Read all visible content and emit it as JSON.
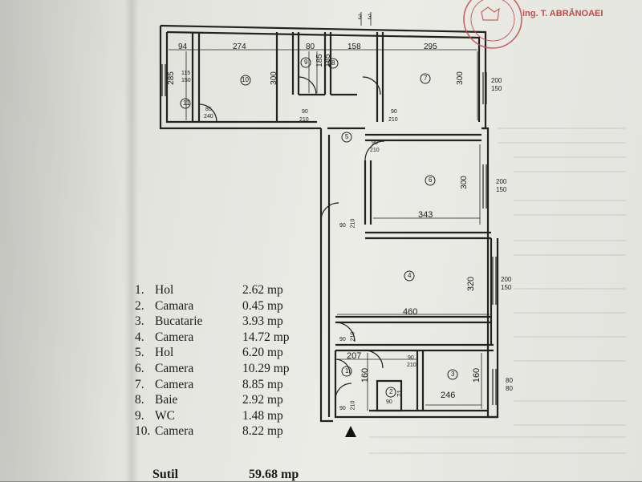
{
  "legend": [
    {
      "num": "1.",
      "name": "Hol",
      "area": "2.62 mp"
    },
    {
      "num": "2.",
      "name": "Camara",
      "area": "0.45 mp"
    },
    {
      "num": "3.",
      "name": "Bucatarie",
      "area": "3.93 mp"
    },
    {
      "num": "4.",
      "name": "Camera",
      "area": "14.72 mp"
    },
    {
      "num": "5.",
      "name": "Hol",
      "area": "6.20 mp"
    },
    {
      "num": "6.",
      "name": "Camera",
      "area": "10.29 mp"
    },
    {
      "num": "7.",
      "name": "Camera",
      "area": "8.85 mp"
    },
    {
      "num": "8.",
      "name": "Baie",
      "area": "2.92 mp"
    },
    {
      "num": "9.",
      "name": "WC",
      "area": "1.48 mp"
    },
    {
      "num": "10.",
      "name": "Camera",
      "area": "8.22 mp"
    }
  ],
  "total": {
    "label": "Sutil",
    "value": "59.68 mp"
  },
  "stamp": {
    "name": "ing. T. ABRĂNOAEI"
  },
  "plan": {
    "dims": {
      "d94": "94",
      "d274": "274",
      "d80": "80",
      "d158": "158",
      "d295": "295",
      "d285": "285",
      "d300a": "300",
      "d185a": "185",
      "d185b": "185",
      "d300b": "300",
      "d300c": "300",
      "d343": "343",
      "d320": "320",
      "d460": "460",
      "d207": "207",
      "d160a": "160",
      "d160b": "160",
      "d246": "246",
      "d71": "71",
      "d3a": "3",
      "d3b": "3"
    },
    "windows": {
      "w1": {
        "top": "200",
        "bot": "150"
      },
      "w2": {
        "top": "200",
        "bot": "150"
      },
      "w3": {
        "top": "200",
        "bot": "150"
      },
      "w4": {
        "top": "80",
        "bot": "80"
      },
      "w5": {
        "top": "115",
        "bot": "150"
      }
    },
    "doors": {
      "dr11": {
        "top": "85",
        "bot": "240"
      },
      "dr9": {
        "top": "90",
        "bot": "210"
      },
      "dr8": {
        "top": "90",
        "bot": "210"
      },
      "dr6": {
        "top": "90",
        "bot": "210"
      },
      "drh": {
        "top": "90",
        "bot": "210"
      },
      "dr4": {
        "top": "90",
        "bot": "210"
      },
      "dr3": {
        "top": "90",
        "bot": "210"
      },
      "dr1": {
        "top": "90",
        "bot": "210"
      },
      "dr2": {
        "top": "90",
        "bot": "210"
      }
    },
    "rooms": {
      "r1": "1",
      "r2": "2",
      "r3": "3",
      "r4": "4",
      "r5": "5",
      "r6": "6",
      "r7": "7",
      "r8": "8",
      "r9": "9",
      "r10": "10",
      "r11": "11"
    }
  }
}
